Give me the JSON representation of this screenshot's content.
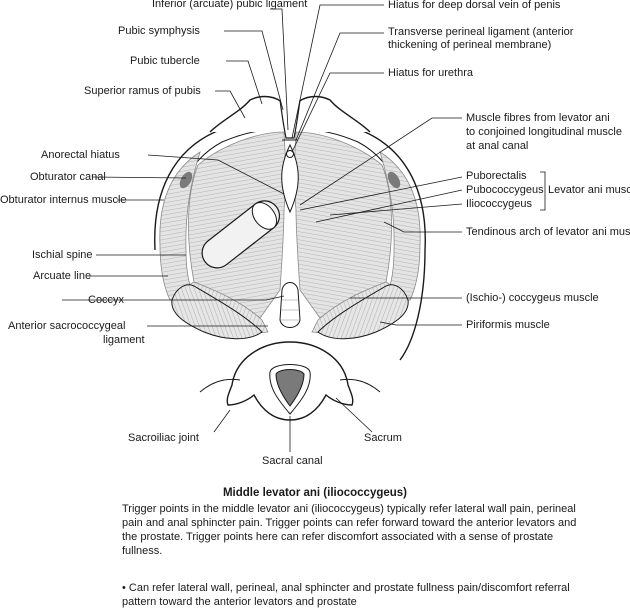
{
  "labels": {
    "inferior_pubic_ligament": "Inferior (arcuate) pubic ligament",
    "hiatus_dorsal_vein": "Hiatus for deep dorsal vein of penis",
    "pubic_symphysis": "Pubic symphysis",
    "transverse_perineal_1": "Transverse perineal ligament (anterior",
    "transverse_perineal_2": "thickening of perineal membrane)",
    "pubic_tubercle": "Pubic tubercle",
    "hiatus_urethra": "Hiatus for urethra",
    "superior_ramus": "Superior ramus of pubis",
    "muscle_fibres_1": "Muscle fibres from levator ani",
    "muscle_fibres_2": "to conjoined longitudinal muscle",
    "muscle_fibres_3": "at anal canal",
    "anorectal_hiatus": "Anorectal hiatus",
    "puborectalis": "Puborectalis",
    "obturator_canal": "Obturator canal",
    "pubococcygeus": "Pubococcygeus",
    "levator_ani_muscle": "Levator ani muscle",
    "obturator_internus": "Obturator internus muscle",
    "iliococcygeus": "Iliococcygeus",
    "tendinous_arch": "Tendinous arch of levator ani muscle",
    "ischial_spine": "Ischial spine",
    "arcuate_line": "Arcuate line",
    "coccyx": "Coccyx",
    "ischio_coccygeus": "(Ischio-) coccygeus muscle",
    "anterior_sacrococcygeal_1": "Anterior sacrococcygeal",
    "anterior_sacrococcygeal_2": "ligament",
    "piriformis": "Piriformis muscle",
    "sacroiliac_joint": "Sacroiliac joint",
    "sacrum": "Sacrum",
    "sacral_canal": "Sacral canal"
  },
  "caption": {
    "title": "Middle levator ani (iliococcygeus)",
    "paragraph": "Trigger points in the middle levator ani (iliococcygeus) typically refer lateral wall pain, perineal pain and anal sphincter pain. Trigger points can refer forward toward the anterior levators and the prostate. Trigger points here can refer discomfort associated with a sense of prostate fullness.",
    "bullet": "• Can refer lateral wall, perineal, anal sphincter and prostate fullness pain/discomfort referral pattern toward the anterior levators and prostate"
  },
  "colors": {
    "muscle_fill": "#e2e2e2",
    "muscle_stroke": "#8a8a8a",
    "bone_fill": "#ffffff",
    "outline": "#1a1a1a",
    "canal_fill": "#7a7a7a"
  }
}
